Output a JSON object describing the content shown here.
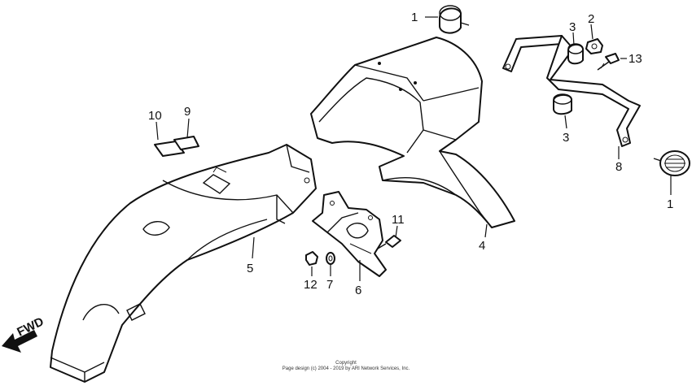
{
  "callouts": {
    "c1a": "1",
    "c2": "2",
    "c3a": "3",
    "c13": "13",
    "c3b": "3",
    "c8": "8",
    "c1b": "1",
    "c10": "10",
    "c9": "9",
    "c11": "11",
    "c4": "4",
    "c5": "5",
    "c12": "12",
    "c7": "7",
    "c6": "6"
  },
  "fwd_label": "FWD",
  "copyright": {
    "line1": "Copyright",
    "line2": "Page design (c) 2004 - 2019 by ARI Network Services, Inc."
  }
}
